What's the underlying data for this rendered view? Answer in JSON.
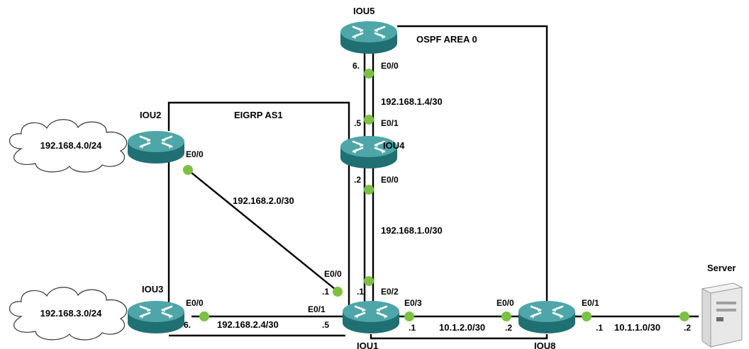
{
  "colors": {
    "router_top": "#4fa6a8",
    "router_side": "#1f6f73",
    "router_arrows": "#ffffff",
    "link": "#000000",
    "endpoint_dot": "#7bc143",
    "cloud_stroke": "#333333",
    "cloud_fill": "#ffffff"
  },
  "icons": {
    "router": "router-icon",
    "cloud": "cloud-icon",
    "server": "server-icon",
    "endpoint": "interface-dot-icon"
  },
  "areas": {
    "ospf": "OSPF AREA 0",
    "eigrp": "EIGRP AS1"
  },
  "devices": {
    "iou1": "IOU1",
    "iou2": "IOU2",
    "iou3": "IOU3",
    "iou4": "IOU4",
    "iou5": "IOU5",
    "iou8": "IOU8",
    "server": "Server"
  },
  "clouds": {
    "net4": "192.168.4.0/24",
    "net3": "192.168.3.0/24"
  },
  "subnets": {
    "s_1_4": "192.168.1.4/30",
    "s_2_0": "192.168.2.0/30",
    "s_1_0": "192.168.1.0/30",
    "s_2_4": "192.168.2.4/30",
    "s_10_1_2": "10.1.2.0/30",
    "s_10_1_1": "10.1.1.0/30"
  },
  "interfaces": {
    "iou5_e00": "E0/0",
    "iou4_e01": "E0/1",
    "iou4_e00": "E0/0",
    "iou2_e00": "E0/0",
    "iou1_e00": "E0/0",
    "iou1_e02": "E0/2",
    "iou1_e01": "E0/1",
    "iou1_e03": "E0/3",
    "iou3_e00": "E0/0",
    "iou8_e00": "E0/0",
    "iou8_e01": "E0/1"
  },
  "host_ids": {
    "iou5_e00": "6.",
    "iou4_e01": ".5",
    "iou4_e00": ".2",
    "iou1_e00": ".1",
    "iou1_e02": ".1",
    "iou1_e01": ".5",
    "iou3_e00": "6.",
    "iou1_e03": ".1",
    "iou8_e00": ".2",
    "iou8_e01": ".1",
    "server": ".2"
  }
}
